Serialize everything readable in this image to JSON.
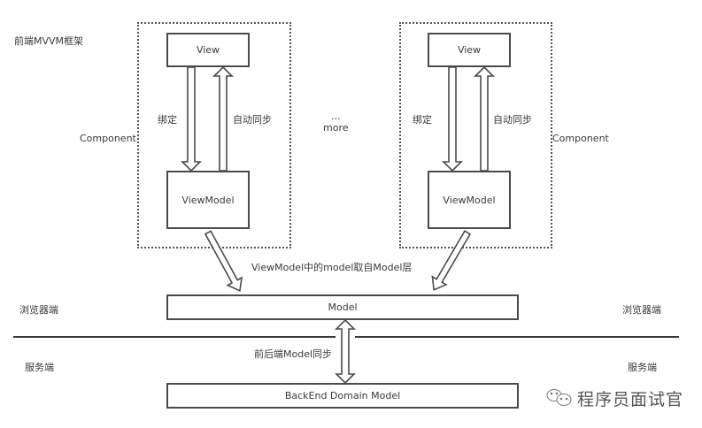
{
  "diagram": {
    "title": "前端MVVM框架",
    "components": [
      {
        "label": "Component",
        "view": "View",
        "viewmodel": "ViewModel",
        "bind_label": "绑定",
        "sync_label": "自动同步"
      },
      {
        "label": "Component",
        "view": "View",
        "viewmodel": "ViewModel",
        "bind_label": "绑定",
        "sync_label": "自动同步"
      }
    ],
    "more": {
      "ellipsis": "...",
      "text": "more"
    },
    "model_source_label": "ViewModel中的model取自Model层",
    "model": "Model",
    "backend_model": "BackEnd Domain Model",
    "sync_label": "前后端Model同步",
    "browser_side_left": "浏览器端",
    "browser_side_right": "浏览器端",
    "server_side_left": "服务端",
    "server_side_right": "服务端"
  },
  "watermark": {
    "icon": "wechat-icon",
    "text": "程序员面试官"
  }
}
